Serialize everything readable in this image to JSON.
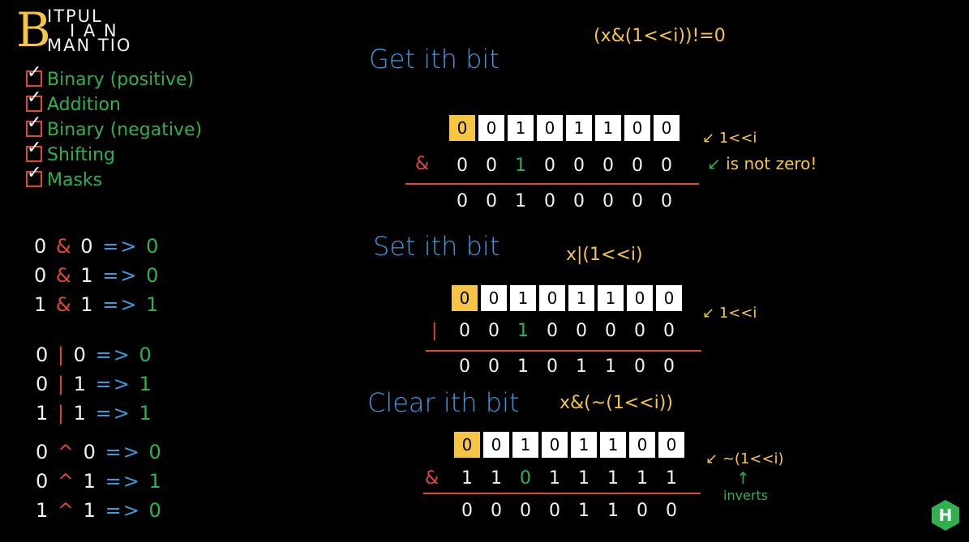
{
  "title": {
    "big_letter": "B",
    "row1": "ITPUL",
    "row2": "I A N",
    "row3": "MAN TIO"
  },
  "topics": [
    {
      "label": "Binary (positive)"
    },
    {
      "label": "Addition"
    },
    {
      "label": "Binary (negative)"
    },
    {
      "label": "Shifting"
    },
    {
      "label": "Masks"
    }
  ],
  "truth_tables": {
    "and": [
      {
        "a": "0",
        "op": "&",
        "b": "0",
        "arrow": "=>",
        "r": "0"
      },
      {
        "a": "0",
        "op": "&",
        "b": "1",
        "arrow": "=>",
        "r": "0"
      },
      {
        "a": "1",
        "op": "&",
        "b": "1",
        "arrow": "=>",
        "r": "1"
      }
    ],
    "or": [
      {
        "a": "0",
        "op": "|",
        "b": "0",
        "arrow": "=>",
        "r": "0"
      },
      {
        "a": "0",
        "op": "|",
        "b": "1",
        "arrow": "=>",
        "r": "1"
      },
      {
        "a": "1",
        "op": "|",
        "b": "1",
        "arrow": "=>",
        "r": "1"
      }
    ],
    "xor": [
      {
        "a": "0",
        "op": "^",
        "b": "0",
        "arrow": "=>",
        "r": "0"
      },
      {
        "a": "0",
        "op": "^",
        "b": "1",
        "arrow": "=>",
        "r": "1"
      },
      {
        "a": "1",
        "op": "^",
        "b": "1",
        "arrow": "=>",
        "r": "0"
      }
    ]
  },
  "get": {
    "heading": "Get ith bit",
    "formula": "(x&(1<<i))!=0",
    "bits": [
      "0",
      "0",
      "1",
      "0",
      "1",
      "1",
      "0",
      "0"
    ],
    "op": "&",
    "mask": [
      "0",
      "0",
      "1",
      "0",
      "0",
      "0",
      "0",
      "0"
    ],
    "result": [
      "0",
      "0",
      "1",
      "0",
      "0",
      "0",
      "0",
      "0"
    ],
    "note_mask": "1<<i",
    "note_result": "is not zero!"
  },
  "set": {
    "heading": "Set ith bit",
    "formula": "x|(1<<i)",
    "bits": [
      "0",
      "0",
      "1",
      "0",
      "1",
      "1",
      "0",
      "0"
    ],
    "op": "|",
    "mask": [
      "0",
      "0",
      "1",
      "0",
      "0",
      "0",
      "0",
      "0"
    ],
    "result": [
      "0",
      "0",
      "1",
      "0",
      "1",
      "1",
      "0",
      "0"
    ],
    "note_mask": "1<<i"
  },
  "clear": {
    "heading": "Clear ith bit",
    "formula": "x&(~(1<<i))",
    "bits": [
      "0",
      "0",
      "1",
      "0",
      "1",
      "1",
      "0",
      "0"
    ],
    "op": "&",
    "mask": [
      "1",
      "1",
      "0",
      "1",
      "1",
      "1",
      "1",
      "1"
    ],
    "result": [
      "0",
      "0",
      "0",
      "0",
      "1",
      "1",
      "0",
      "0"
    ],
    "note_mask": "~(1<<i)",
    "note_arrow": "↑",
    "note_inverts": "inverts"
  },
  "logo": {
    "letter": "H"
  }
}
